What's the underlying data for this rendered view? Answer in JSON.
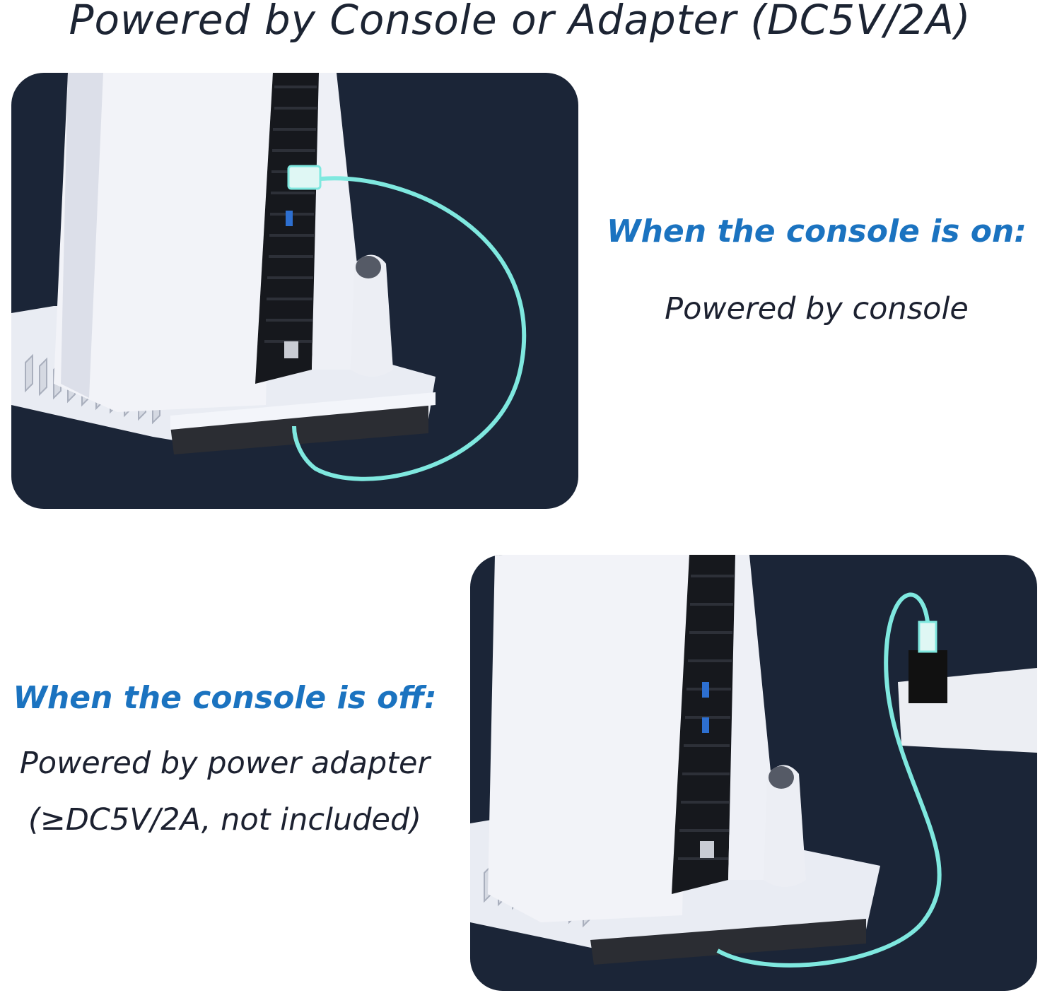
{
  "title": "Powered by Console or Adapter (DC5V/2A)",
  "on_section": {
    "heading": "When the console is on:",
    "description": "Powered by console"
  },
  "off_section": {
    "heading": "When the console is off:",
    "description_line1": "Powered by power adapter",
    "description_line2": "(≥DC5V/2A, not included)"
  },
  "colors": {
    "accent_blue": "#1b73c0",
    "text_dark": "#1c2433",
    "panel_bg": "#1b2537",
    "cable": "#7fe8df"
  }
}
